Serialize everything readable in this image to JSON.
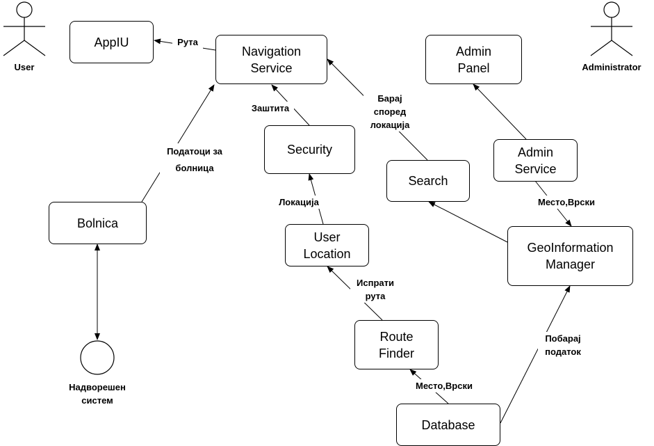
{
  "diagram": {
    "actors": {
      "user": "User",
      "admin": "Administrator",
      "external": "Надворешен\nсистем"
    },
    "nodes": {
      "appiu": "AppIU",
      "navigation": "Navigation\nService",
      "admin_panel": "Admin\nPanel",
      "security": "Security",
      "search": "Search",
      "admin_service": "Admin\nService",
      "bolnica": "Bolnica",
      "user_location": "User\nLocation",
      "geo_manager": "GeoInformation\nManager",
      "route_finder": "Route\nFinder",
      "database": "Database"
    },
    "edge_labels": {
      "ruta": "Рута",
      "zashtita": "Заштита",
      "baraj": "Барај\nспоред\nлокација",
      "podatoci": "Податоци за\nболница",
      "lokacija": "Локација",
      "mesto_admin": "Место,Врски",
      "isprati": "Испрати\nрута",
      "pobaraj": "Побарај\nподаток",
      "mesto_db": "Место,Врски"
    }
  }
}
